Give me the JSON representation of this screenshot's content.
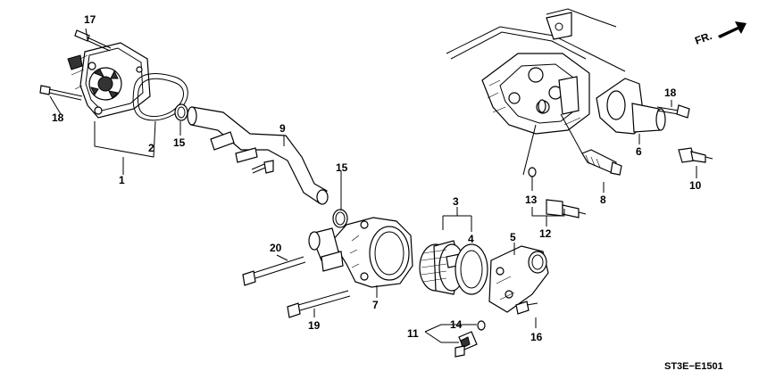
{
  "diagram_code": "ST3E−E1501",
  "direction_label": "FR.",
  "callouts": {
    "c1": "1",
    "c2": "2",
    "c3": "3",
    "c4": "4",
    "c5": "5",
    "c6": "6",
    "c7": "7",
    "c8": "8",
    "c9": "9",
    "c10": "10",
    "c11": "11",
    "c12": "12",
    "c13": "13",
    "c14": "14",
    "c15a": "15",
    "c15b": "15",
    "c16": "16",
    "c17": "17",
    "c18a": "18",
    "c18b": "18",
    "c19": "19",
    "c20": "20"
  }
}
